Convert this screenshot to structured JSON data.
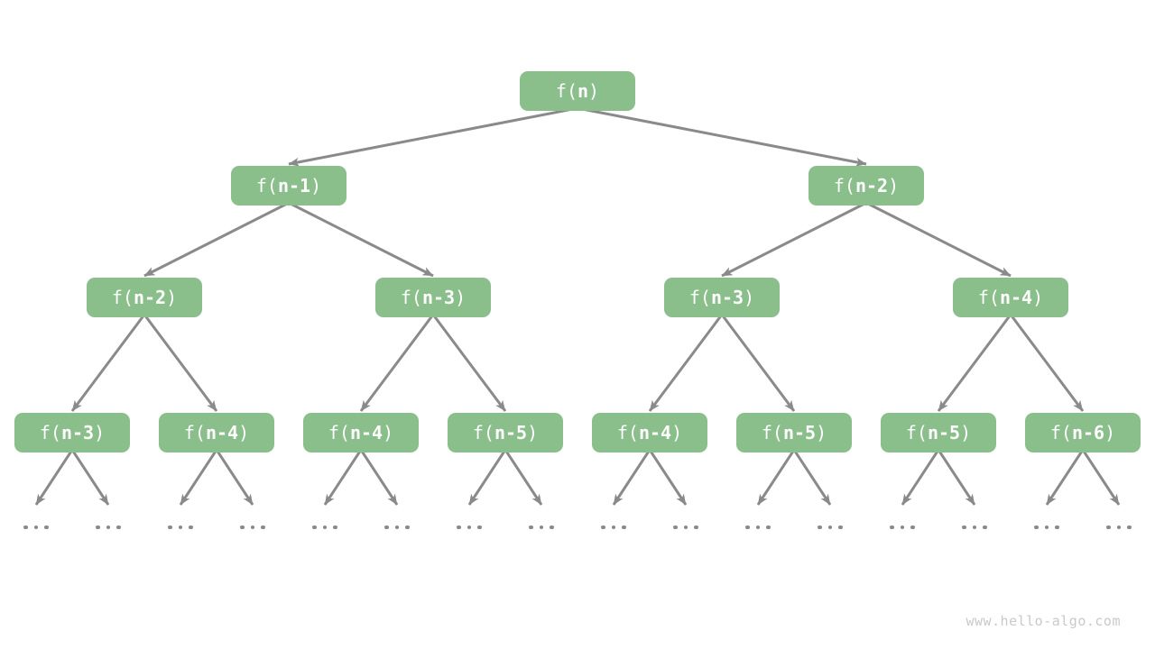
{
  "diagram": {
    "type": "recursion-tree",
    "watermark": "www.hello-algo.com",
    "ellipsis_text": "...",
    "colors": {
      "background": "#ffffff",
      "node_fill": "#8abf8c",
      "node_text": "#ffffff",
      "edge": "#8a8a8a",
      "ellipsis": "#8a8a8a",
      "watermark": "#c9c9c9"
    },
    "tree": {
      "label": "f(n)",
      "arg": "n",
      "children": [
        {
          "label": "f(n-1)",
          "arg": "n-1",
          "children": [
            {
              "label": "f(n-2)",
              "arg": "n-2",
              "children": [
                {
                  "label": "f(n-3)",
                  "arg": "n-3",
                  "children": [
                    {
                      "ellipsis": true,
                      "label": "..."
                    },
                    {
                      "ellipsis": true,
                      "label": "..."
                    }
                  ]
                },
                {
                  "label": "f(n-4)",
                  "arg": "n-4",
                  "children": [
                    {
                      "ellipsis": true,
                      "label": "..."
                    },
                    {
                      "ellipsis": true,
                      "label": "..."
                    }
                  ]
                }
              ]
            },
            {
              "label": "f(n-3)",
              "arg": "n-3",
              "children": [
                {
                  "label": "f(n-4)",
                  "arg": "n-4",
                  "children": [
                    {
                      "ellipsis": true,
                      "label": "..."
                    },
                    {
                      "ellipsis": true,
                      "label": "..."
                    }
                  ]
                },
                {
                  "label": "f(n-5)",
                  "arg": "n-5",
                  "children": [
                    {
                      "ellipsis": true,
                      "label": "..."
                    },
                    {
                      "ellipsis": true,
                      "label": "..."
                    }
                  ]
                }
              ]
            }
          ]
        },
        {
          "label": "f(n-2)",
          "arg": "n-2",
          "children": [
            {
              "label": "f(n-3)",
              "arg": "n-3",
              "children": [
                {
                  "label": "f(n-4)",
                  "arg": "n-4",
                  "children": [
                    {
                      "ellipsis": true,
                      "label": "..."
                    },
                    {
                      "ellipsis": true,
                      "label": "..."
                    }
                  ]
                },
                {
                  "label": "f(n-5)",
                  "arg": "n-5",
                  "children": [
                    {
                      "ellipsis": true,
                      "label": "..."
                    },
                    {
                      "ellipsis": true,
                      "label": "..."
                    }
                  ]
                }
              ]
            },
            {
              "label": "f(n-4)",
              "arg": "n-4",
              "children": [
                {
                  "label": "f(n-5)",
                  "arg": "n-5",
                  "children": [
                    {
                      "ellipsis": true,
                      "label": "..."
                    },
                    {
                      "ellipsis": true,
                      "label": "..."
                    }
                  ]
                },
                {
                  "label": "f(n-6)",
                  "arg": "n-6",
                  "children": [
                    {
                      "ellipsis": true,
                      "label": "..."
                    },
                    {
                      "ellipsis": true,
                      "label": "..."
                    }
                  ]
                }
              ]
            }
          ]
        }
      ]
    }
  }
}
